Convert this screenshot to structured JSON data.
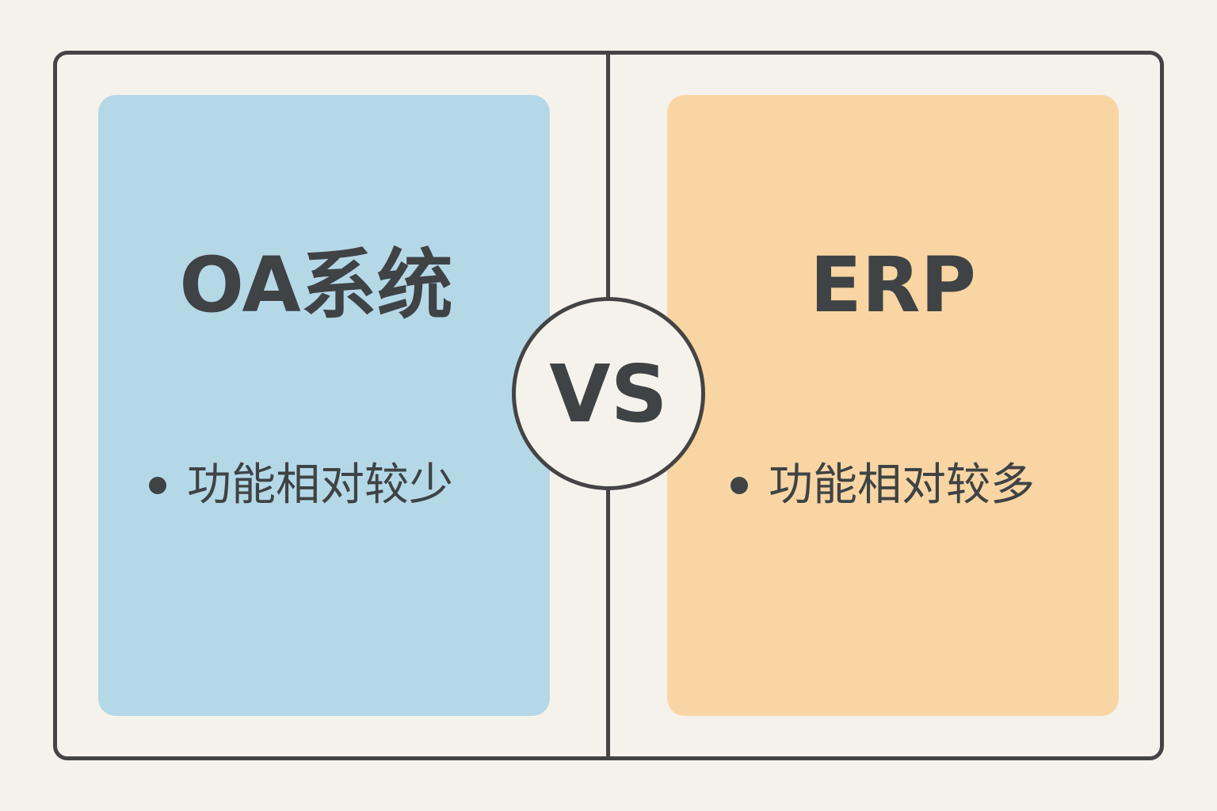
{
  "left": {
    "title": "OA系统",
    "bullets": [
      "功能相对较少"
    ],
    "color": "#b5d8e7"
  },
  "right": {
    "title": "ERP",
    "bullets": [
      "功能相对较多"
    ],
    "color": "#f8d5a3"
  },
  "center": {
    "label": "VS"
  }
}
